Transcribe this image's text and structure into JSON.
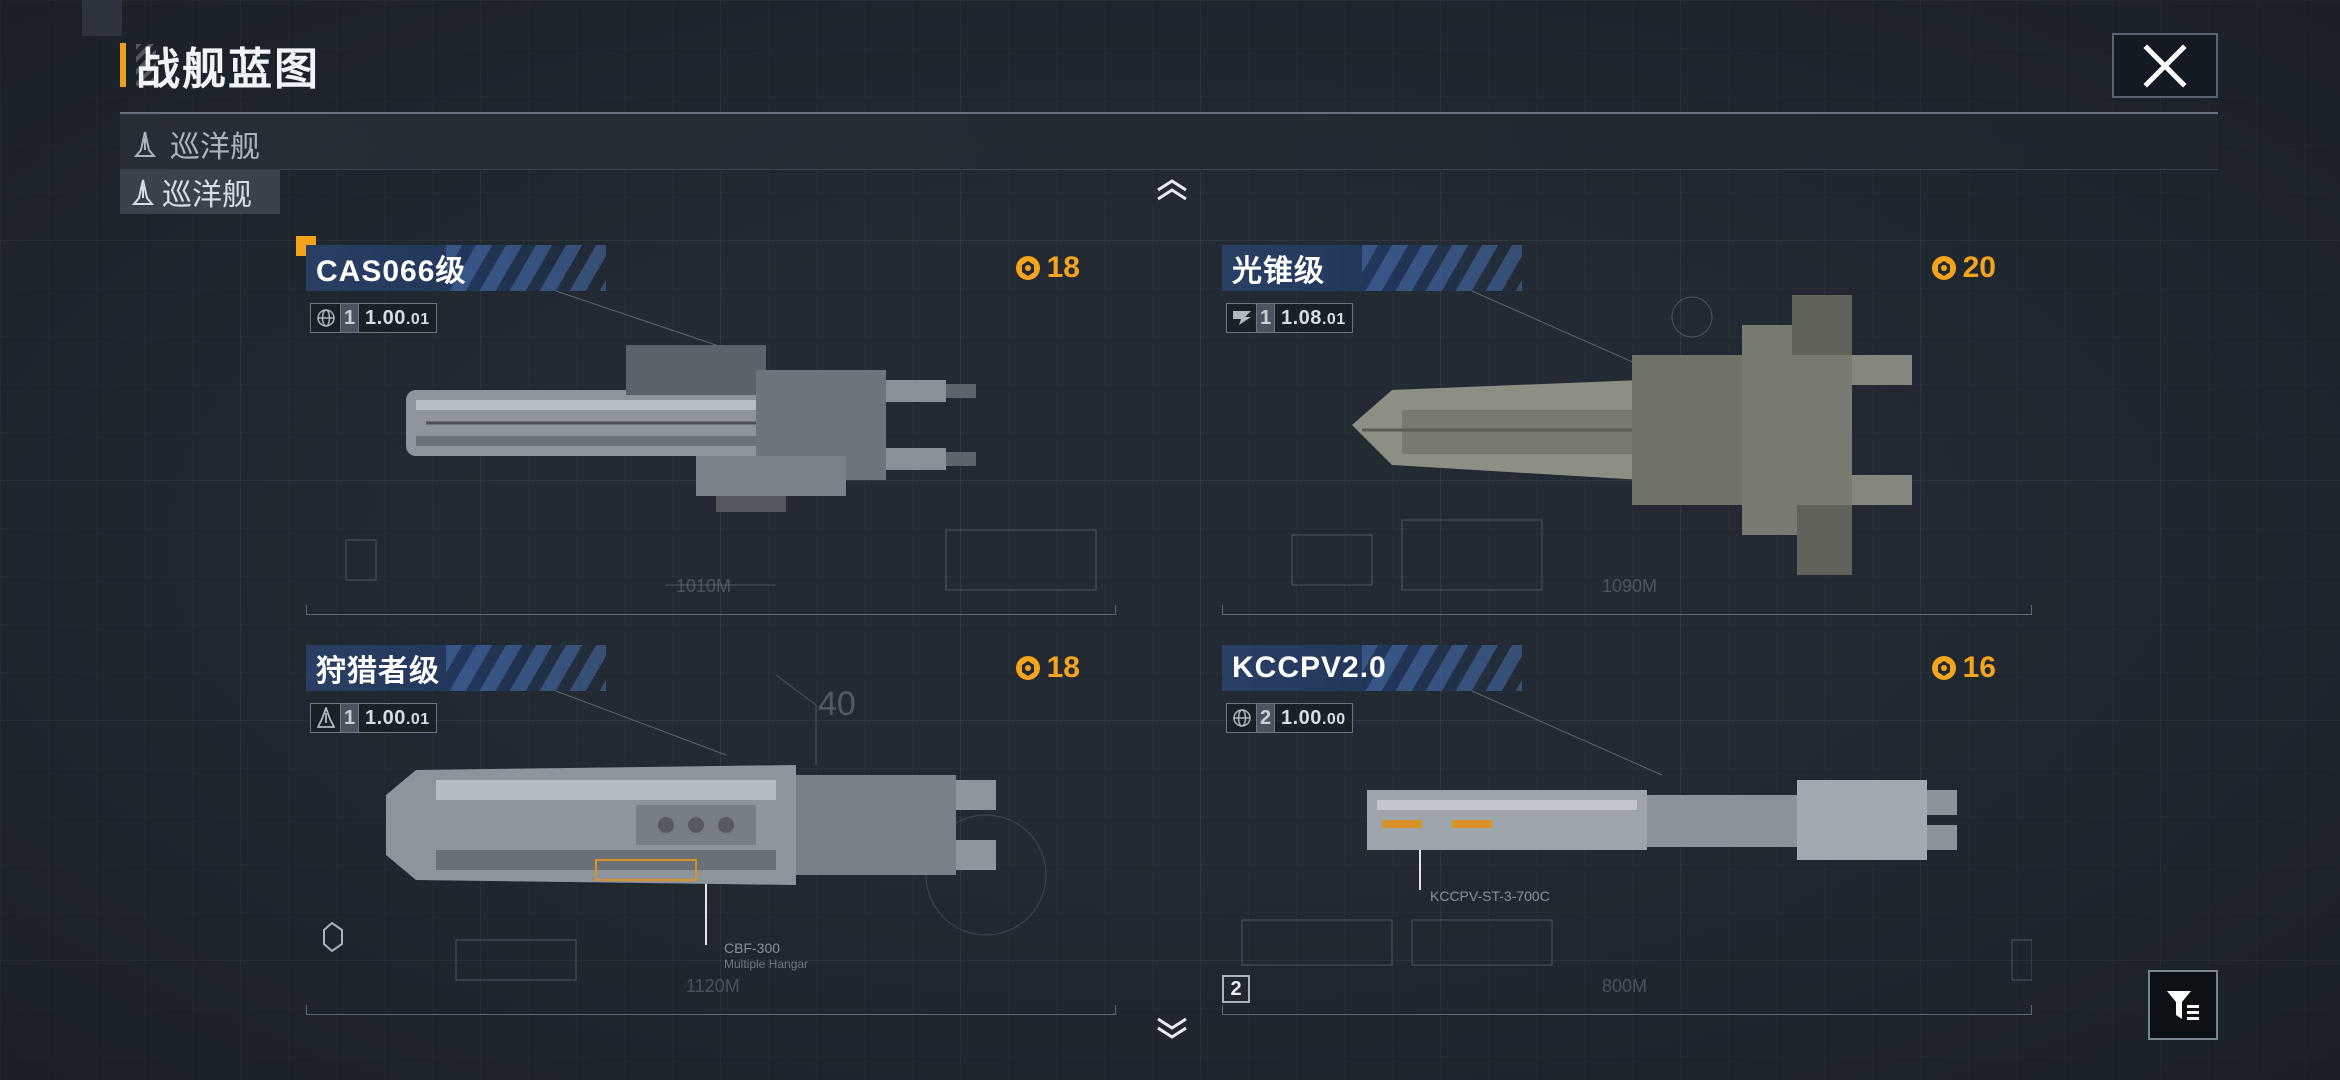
{
  "header": {
    "title": "战舰蓝图"
  },
  "category": {
    "bar_label": "巡洋舰",
    "selected_label": "巡洋舰"
  },
  "colors": {
    "accent_orange": "#f0a020",
    "cost_orange": "#f3a51e",
    "name_bar_blue": "#2a3f64",
    "background": "#232a33"
  },
  "ships": [
    {
      "name": "CAS066级",
      "cost": "18",
      "tier": "1",
      "version": "1.00",
      "version_sub": ".01",
      "badge_icon": "globe-icon",
      "scale_label": "1010M"
    },
    {
      "name": "光锥级",
      "cost": "20",
      "tier": "1",
      "version": "1.08",
      "version_sub": ".01",
      "badge_icon": "faction-emblem-icon",
      "scale_label": "1090M"
    },
    {
      "name": "狩猎者级",
      "cost": "18",
      "tier": "1",
      "version": "1.00",
      "version_sub": ".01",
      "badge_icon": "rocket-icon",
      "scale_label": "1120M",
      "module_label": "CBF-300",
      "module_sub": "Multiple Hangar",
      "badge_number": "40"
    },
    {
      "name": "KCCPV2.0",
      "cost": "16",
      "tier": "2",
      "version": "1.00",
      "version_sub": ".00",
      "badge_icon": "globe-icon",
      "scale_label": "800M",
      "module_label": "KCCPV-ST-3-700C",
      "badge_number": "2"
    }
  ]
}
